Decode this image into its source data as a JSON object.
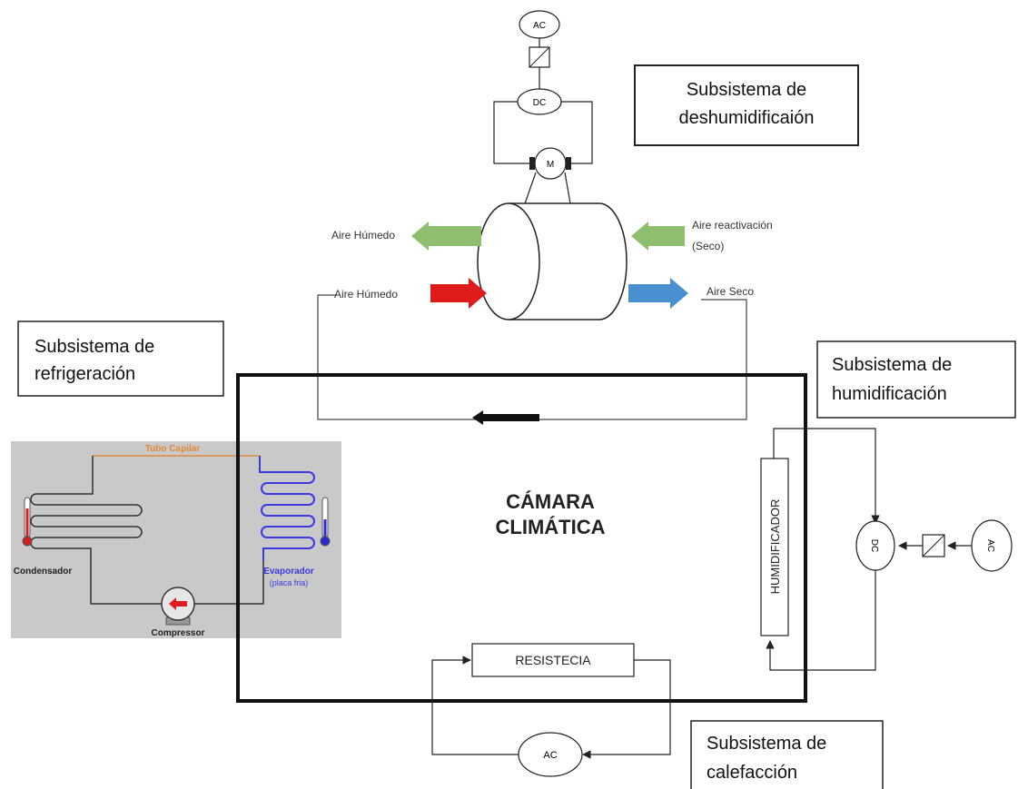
{
  "dehumidification": {
    "title_line1": "Subsistema de",
    "title_line2": "deshumidificaión",
    "ac_label": "AC",
    "dc_label": "DC",
    "motor_label": "M",
    "air_humid_out": "Aire Húmedo",
    "air_reactivation_line1": "Aire reactivación",
    "air_reactivation_line2": "(Seco)",
    "air_humid_in": "Aire Húmedo",
    "air_dry": "Aire Seco"
  },
  "refrigeration": {
    "title_line1": "Subsistema de",
    "title_line2": "refrigeración",
    "capillary_tube": "Tubo Capilar",
    "condenser": "Condensador",
    "evaporator_line1": "Evaporador",
    "evaporator_line2": "(placa fria)",
    "compressor": "Compressor"
  },
  "chamber": {
    "title_line1": "CÁMARA",
    "title_line2": "CLIMÁTICA"
  },
  "humidification": {
    "title_line1": "Subsistema de",
    "title_line2": "humidificación",
    "humidifier": "HUMIDIFICADOR",
    "dc_label": "DC",
    "ac_label": "AC"
  },
  "heating": {
    "title_line1": "Subsistema de",
    "title_line2": "calefacción",
    "resistor": "RESISTECIA",
    "ac_label": "AC"
  },
  "colors": {
    "green_arrow": "#8dbf6e",
    "red_arrow": "#e01b1b",
    "blue_arrow": "#4a8fd0",
    "refrigeration_panel": "#c9c9c9",
    "capillary": "#e08a3a",
    "evaporator": "#3a3ae0"
  }
}
